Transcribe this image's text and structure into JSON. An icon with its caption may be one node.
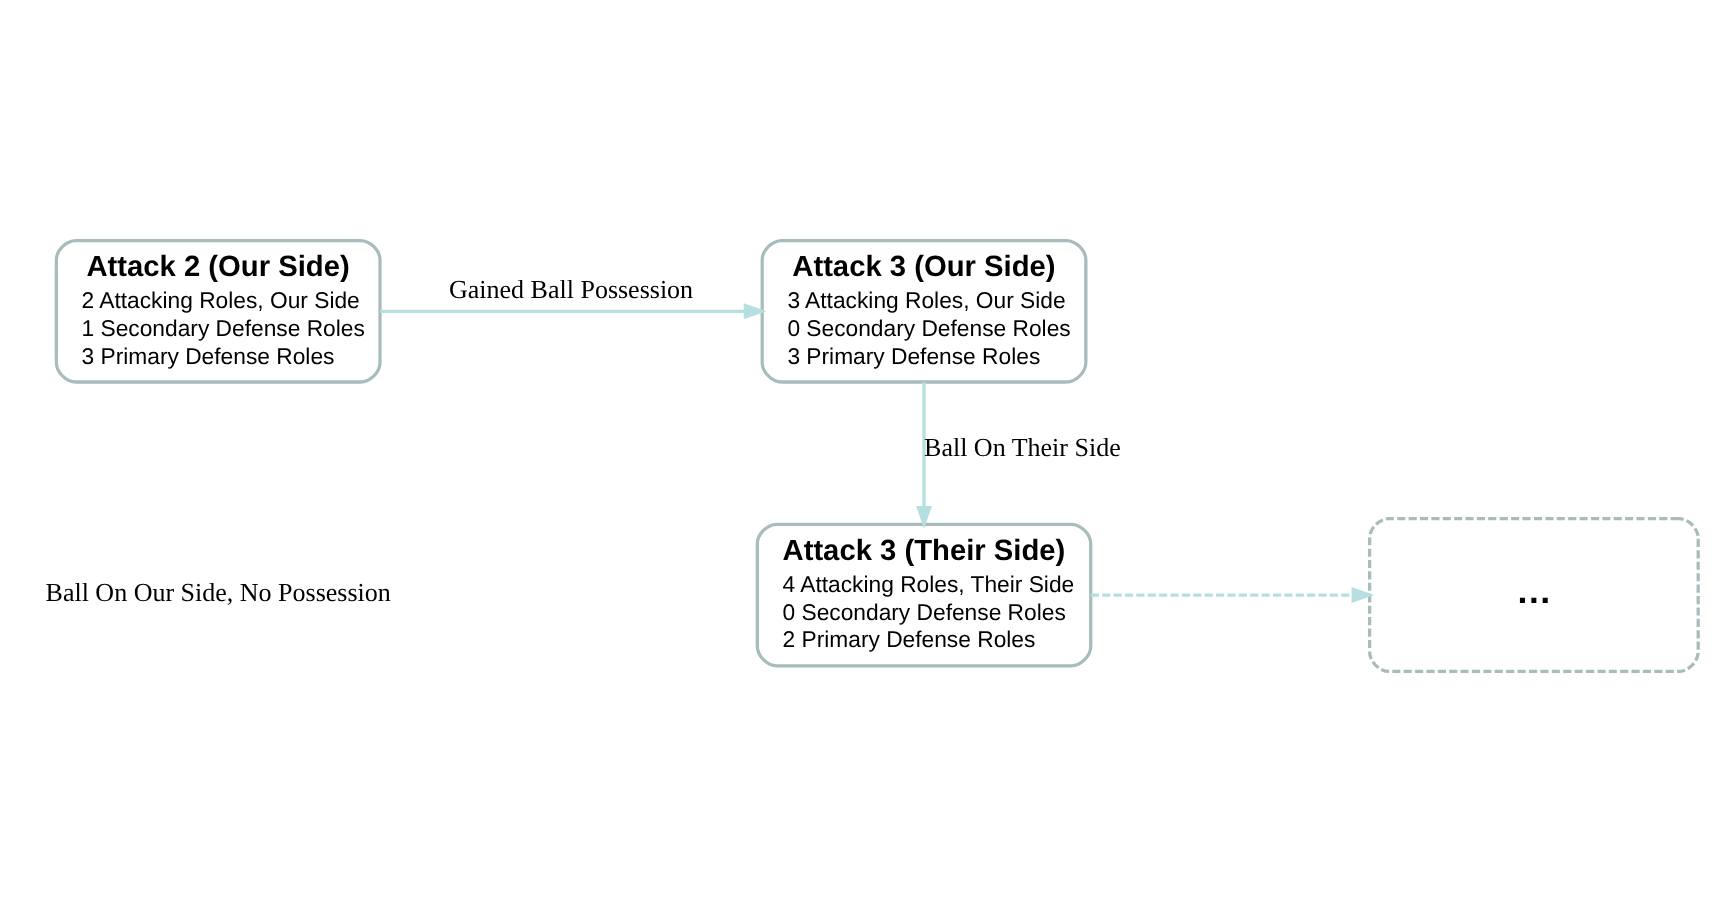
{
  "diagram": {
    "nodes": [
      {
        "text": [
          "Attack 2 (Our Side)",
          "2 Attacking Roles, Our Side",
          "1 Secondary Defense Roles",
          "3 Primary Defense Roles"
        ]
      },
      {
        "text": [
          "Attack 3 (Our Side)",
          "3 Attacking Roles, Our Side",
          "0 Secondary Defense Roles",
          "3 Primary Defense Roles"
        ]
      },
      {
        "text": [
          "Attack 3 (Their Side)",
          "4 Attacking Roles, Their Side",
          "0 Secondary Defense Roles",
          "2 Primary Defense Roles"
        ]
      },
      {
        "text": [
          "…"
        ]
      }
    ],
    "edges": [
      {
        "from": 0,
        "to": 1,
        "arrow": "to",
        "label": "Gained Ball Possession"
      },
      {
        "from": 1,
        "to": 2,
        "arrow": "to",
        "label": "Ball On Their Side"
      },
      {
        "from": 2,
        "to": 3,
        "arrow": "to",
        "style": "dashed"
      }
    ],
    "labels": [
      "Ball On Our Side, No Possession"
    ]
  }
}
